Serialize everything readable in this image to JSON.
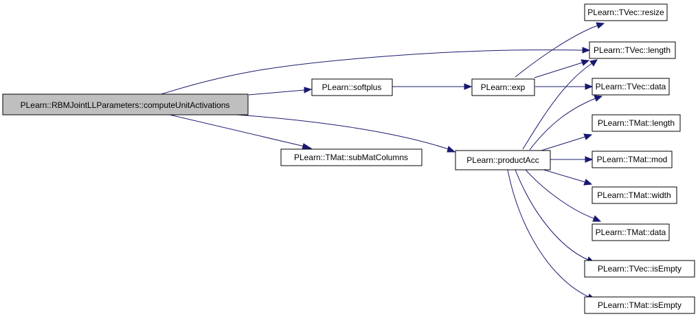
{
  "colors": {
    "edge": "#191970",
    "root_fill": "#bfbfbf",
    "node_fill": "#ffffff",
    "node_border": "#000000"
  },
  "nodes": {
    "root": "PLearn::RBMJointLLParameters::computeUnitActivations",
    "softplus": "PLearn::softplus",
    "subMatColumns": "PLearn::TMat::subMatColumns",
    "exp": "PLearn::exp",
    "productAcc": "PLearn::productAcc",
    "tvec_resize": "PLearn::TVec::resize",
    "tvec_length": "PLearn::TVec::length",
    "tvec_data": "PLearn::TVec::data",
    "tmat_length": "PLearn::TMat::length",
    "tmat_mod": "PLearn::TMat::mod",
    "tmat_width": "PLearn::TMat::width",
    "tmat_data": "PLearn::TMat::data",
    "tvec_isEmpty": "PLearn::TVec::isEmpty",
    "tmat_isEmpty": "PLearn::TMat::isEmpty"
  },
  "edges": [
    [
      "root",
      "tvec_length"
    ],
    [
      "root",
      "softplus"
    ],
    [
      "root",
      "subMatColumns"
    ],
    [
      "root",
      "productAcc"
    ],
    [
      "softplus",
      "exp"
    ],
    [
      "exp",
      "tvec_resize"
    ],
    [
      "exp",
      "tvec_length"
    ],
    [
      "exp",
      "tvec_data"
    ],
    [
      "productAcc",
      "tvec_length"
    ],
    [
      "productAcc",
      "tvec_data"
    ],
    [
      "productAcc",
      "tmat_length"
    ],
    [
      "productAcc",
      "tmat_mod"
    ],
    [
      "productAcc",
      "tmat_width"
    ],
    [
      "productAcc",
      "tmat_data"
    ],
    [
      "productAcc",
      "tvec_isEmpty"
    ],
    [
      "productAcc",
      "tmat_isEmpty"
    ]
  ]
}
